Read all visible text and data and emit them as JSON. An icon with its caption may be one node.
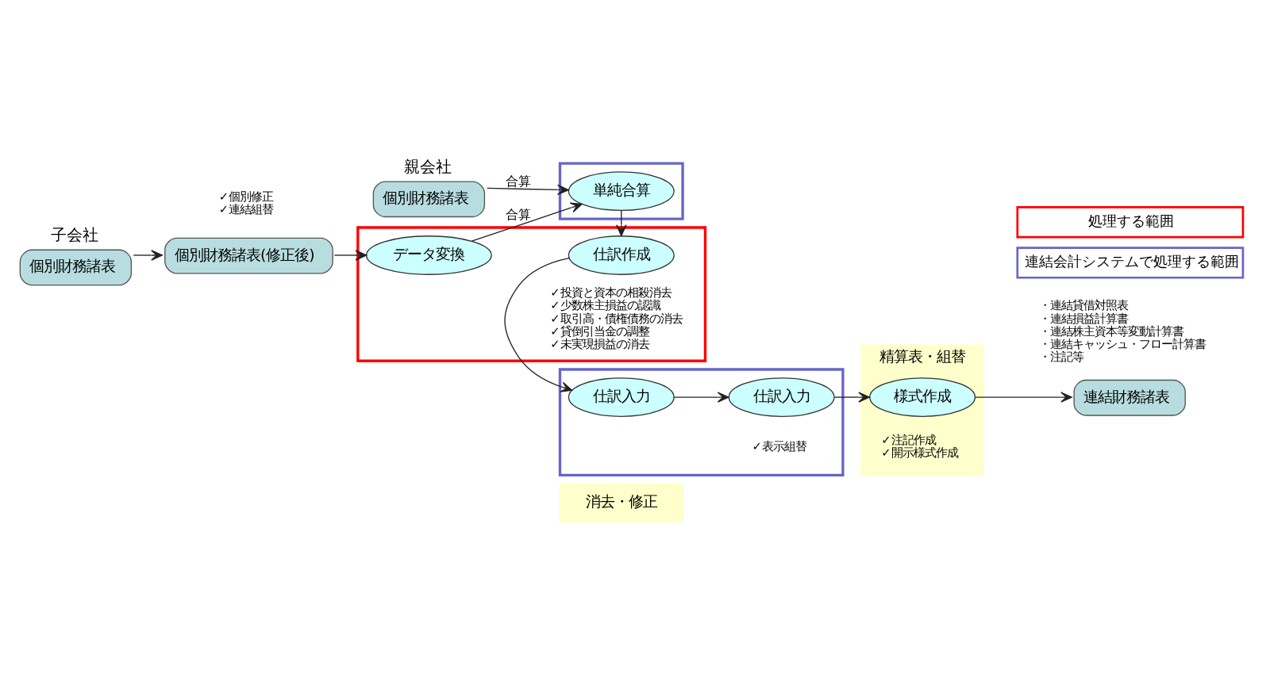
{
  "diagram": {
    "nodes": [
      {
        "text": [
          "消去・修正"
        ]
      },
      {
        "text": [
          "精算表・組替"
        ]
      },
      {
        "text": [
          "親会社",
          "個別財務諸表"
        ]
      },
      {
        "text": [],
        "shape": "box"
      },
      {
        "text": [
          "単純合算"
        ],
        "in": 3
      },
      {
        "text": [],
        "shape": "box"
      },
      {
        "text": [
          "データ変換"
        ],
        "in": 5
      },
      {
        "text": [
          "仕訳作成"
        ],
        "in": 5,
        "beside": [
          "✓投資と資本の相殺消去",
          "✓少数株主損益の認識",
          "✓取引高・債権債務の消去",
          "✓貸倒引当金の調整",
          "✓未実現損益の消去"
        ]
      },
      {
        "text": [
          "子会社",
          "個別財務諸表"
        ]
      },
      {
        "text": [
          "個別財務諸表(修正後)"
        ],
        "beside": [
          "✓個別修正",
          "✓連結組替"
        ]
      },
      {
        "text": [],
        "shape": "box"
      },
      {
        "text": [
          "仕訳入力"
        ],
        "in": 10
      },
      {
        "text": [
          "仕訳入力"
        ],
        "in": 10,
        "beside": [
          "✓表示組替"
        ]
      },
      {
        "text": [
          "様式作成"
        ],
        "in": 1,
        "beside": [
          "✓注記作成",
          "✓開示様式作成"
        ]
      },
      {
        "text": [
          "連結財務諸表"
        ],
        "beside": [
          "・連結貸借対照表",
          "・連結損益計算書",
          "・連結株主資本等変動計算書",
          "・連結キャッシュ・フロー計算書",
          "・注記等"
        ]
      }
    ],
    "edges": [
      {
        "from": 2,
        "to": 4,
        "arrow": "to",
        "label": "合算"
      },
      {
        "from": 6,
        "to": 4,
        "arrow": "to",
        "label": "合算"
      },
      {
        "from": 4,
        "to": 7,
        "arrow": "to"
      },
      {
        "from": 7,
        "to": 11,
        "arrow": "to"
      },
      {
        "from": 8,
        "to": 9,
        "arrow": "to"
      },
      {
        "from": 9,
        "to": 6,
        "arrow": "to"
      },
      {
        "from": 11,
        "to": 12,
        "arrow": "to"
      },
      {
        "from": 12,
        "to": 13,
        "arrow": "to"
      },
      {
        "from": 13,
        "to": 14,
        "arrow": "to"
      }
    ],
    "legend": [
      {
        "text": "処理する範囲",
        "color": "#ff0000"
      },
      {
        "text": "連結会計システムで処理する範囲",
        "color": "#6666cc"
      }
    ]
  }
}
